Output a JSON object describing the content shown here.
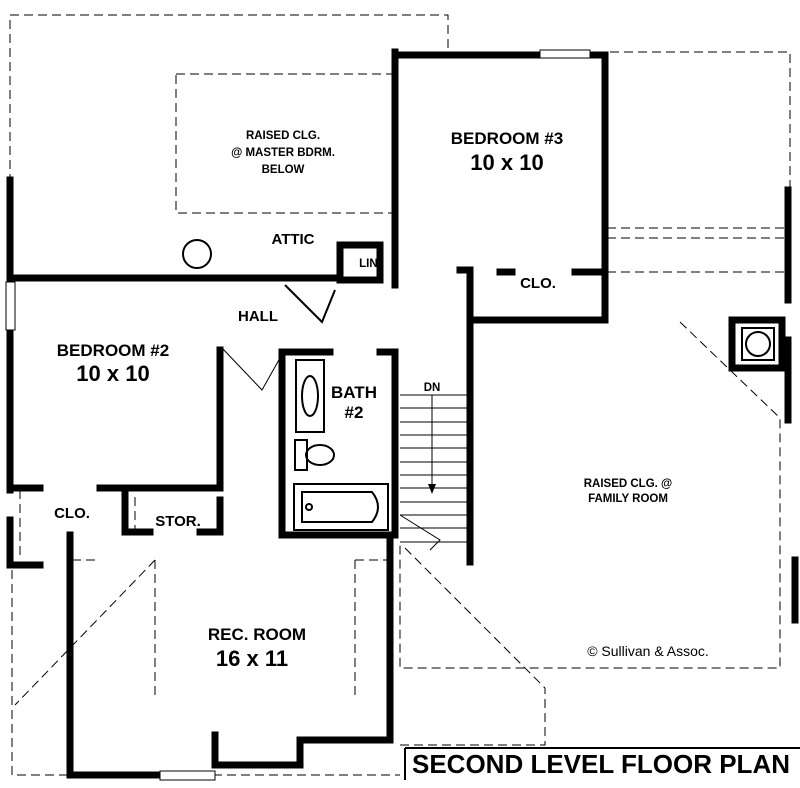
{
  "plan": {
    "title": "SECOND LEVEL FLOOR PLAN",
    "copyright": "© Sullivan & Assoc.",
    "rooms": {
      "bedroom3": {
        "name": "BEDROOM #3",
        "size": "10 x 10"
      },
      "bedroom2": {
        "name": "BEDROOM #2",
        "size": "10 x 10"
      },
      "rec_room": {
        "name": "REC. ROOM",
        "size": "16 x 11"
      },
      "bath2": {
        "line1": "BATH",
        "line2": "#2"
      },
      "attic": "ATTIC",
      "hall": "HALL",
      "linen": "LIN.",
      "closet_bed3": "CLO.",
      "closet_bed2": "CLO.",
      "storage": "STOR.",
      "stair_dir": "DN"
    },
    "notes": {
      "master_ceiling": {
        "line1": "RAISED CLG.",
        "line2": "@ MASTER BDRM.",
        "line3": "BELOW"
      },
      "family_ceiling": {
        "line1": "RAISED CLG. @",
        "line2": "FAMILY ROOM"
      }
    }
  }
}
